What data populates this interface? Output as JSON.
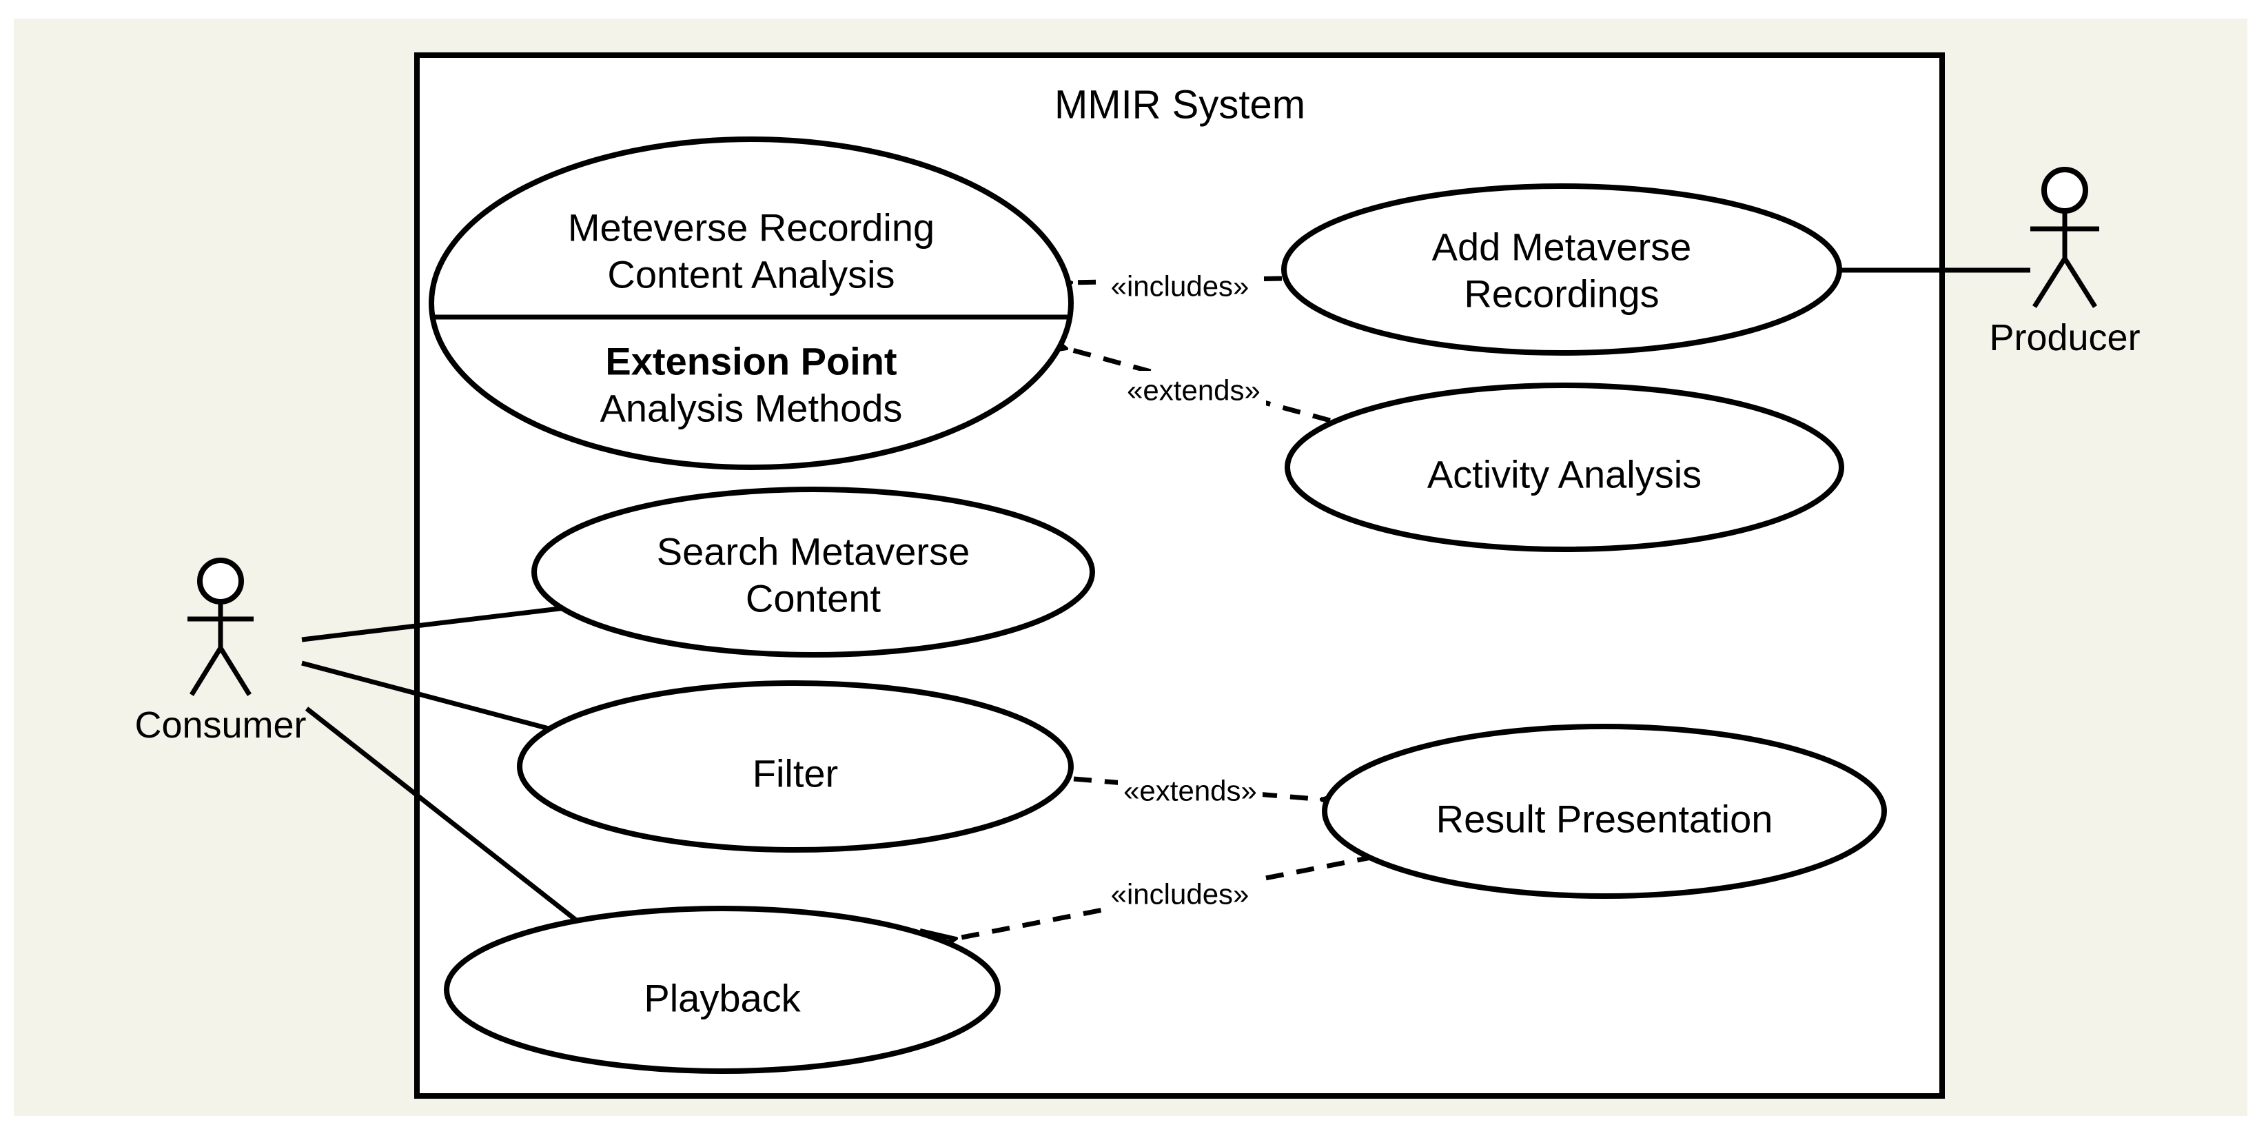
{
  "diagram": {
    "title": "MMIR System",
    "colors": {
      "page": "#ffffff",
      "background": "#f4f3ea",
      "canvas": "#ffffff",
      "line": "#000000"
    },
    "actors": [
      {
        "id": "consumer",
        "label": "Consumer"
      },
      {
        "id": "producer",
        "label": "Producer"
      }
    ],
    "use_cases": [
      {
        "id": "metaverse-recording-content-analysis",
        "lines": [
          "Meteverse Recording",
          "Content Analysis"
        ],
        "extension_point_label": "Extension Point",
        "extension_point_value": "Analysis Methods"
      },
      {
        "id": "add-metaverse-recordings",
        "lines": [
          "Add Metaverse",
          "Recordings"
        ]
      },
      {
        "id": "activity-analysis",
        "lines": [
          "Activity Analysis"
        ]
      },
      {
        "id": "search-metaverse-content",
        "lines": [
          "Search Metaverse",
          "Content"
        ]
      },
      {
        "id": "filter",
        "lines": [
          "Filter"
        ]
      },
      {
        "id": "result-presentation",
        "lines": [
          "Result Presentation"
        ]
      },
      {
        "id": "playback",
        "lines": [
          "Playback"
        ]
      }
    ],
    "relationships": [
      {
        "from": "add-metaverse-recordings",
        "to": "metaverse-recording-content-analysis",
        "stereotype": "«includes»",
        "style": "dashed-arrow"
      },
      {
        "from": "activity-analysis",
        "to": "metaverse-recording-content-analysis",
        "stereotype": "«extends»",
        "style": "dashed-arrow"
      },
      {
        "from": "filter",
        "to": "result-presentation",
        "stereotype": "«extends»",
        "style": "dashed-arrow"
      },
      {
        "from": "result-presentation",
        "to": "playback",
        "stereotype": "«includes»",
        "style": "dashed-arrow"
      },
      {
        "from": "consumer",
        "to": "search-metaverse-content",
        "style": "association"
      },
      {
        "from": "consumer",
        "to": "filter",
        "style": "association"
      },
      {
        "from": "consumer",
        "to": "playback",
        "style": "association"
      },
      {
        "from": "producer",
        "to": "add-metaverse-recordings",
        "style": "association"
      }
    ]
  }
}
